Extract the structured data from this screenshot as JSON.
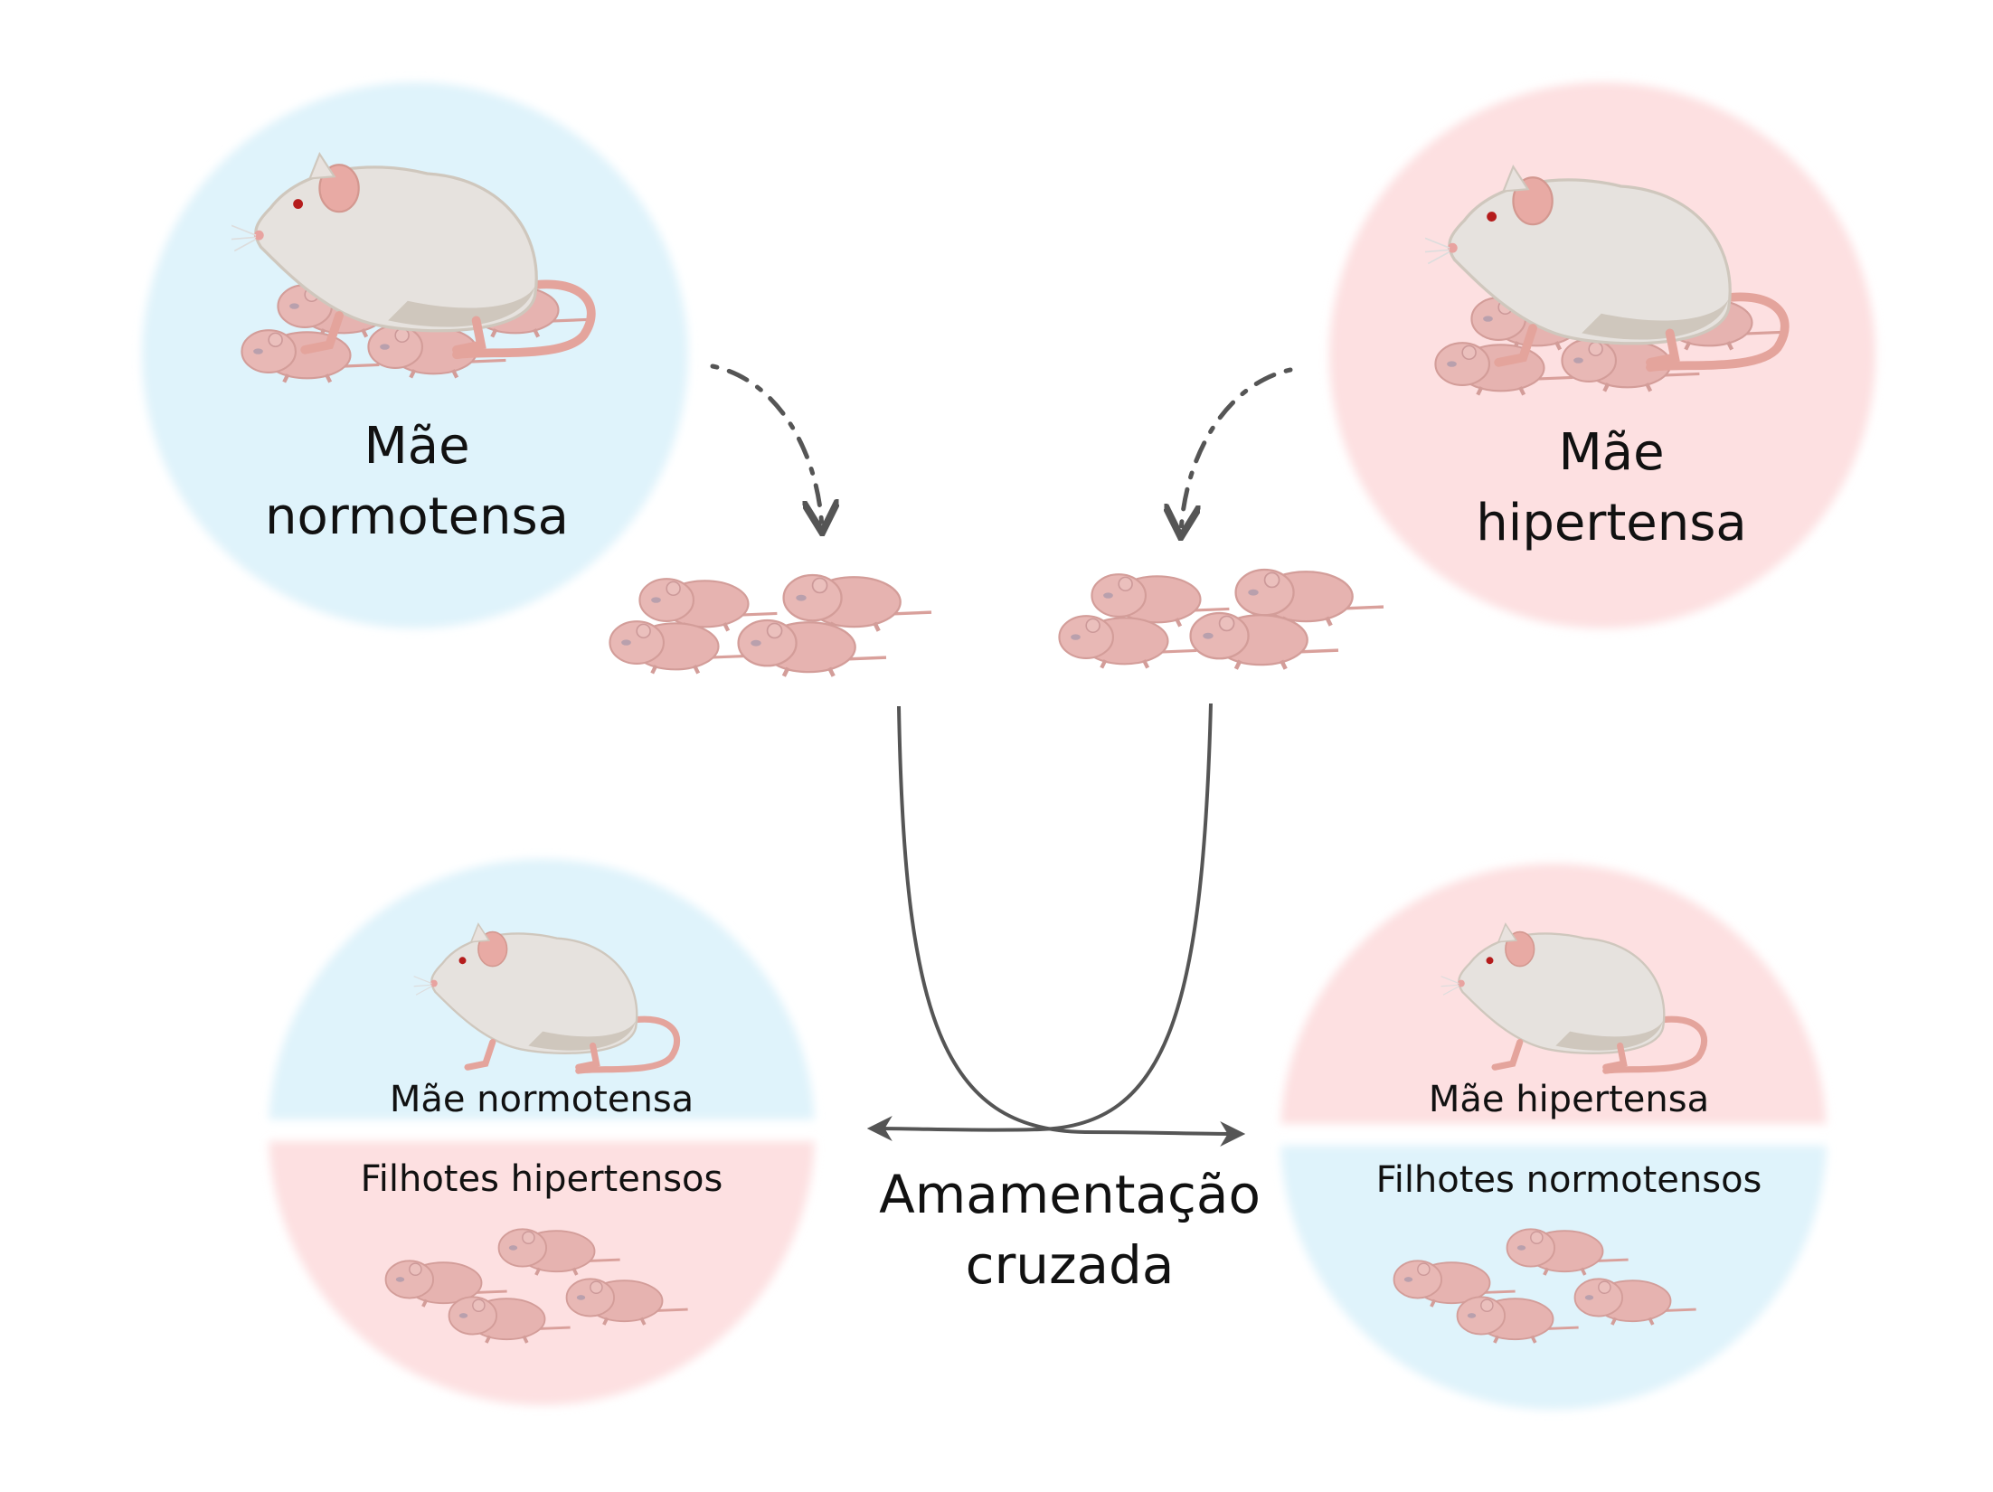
{
  "top_left": {
    "label_line1": "Mãe",
    "label_line2": "normotensa",
    "color": "#dff3fb"
  },
  "top_right": {
    "label_line1": "Mãe",
    "label_line2": "hipertensa",
    "color": "#fde0e1"
  },
  "bottom_left": {
    "mother_label": "Mãe  normotensa",
    "pups_label": "Filhotes hipertensos",
    "mother_color": "#dff3fb",
    "pups_color": "#fde0e1"
  },
  "bottom_right": {
    "mother_label": "Mãe  hipertensa",
    "pups_label": "Filhotes normotensos",
    "mother_color": "#fde0e1",
    "pups_color": "#dff3fb"
  },
  "center": {
    "line1": "Amamentação",
    "line2": "cruzada"
  },
  "colors": {
    "arrow": "#555555",
    "pup": "#e6b3b0",
    "mouse_body": "#e6e2de",
    "mouse_shadow": "#cfc7bd",
    "tail": "#e4a49c"
  }
}
